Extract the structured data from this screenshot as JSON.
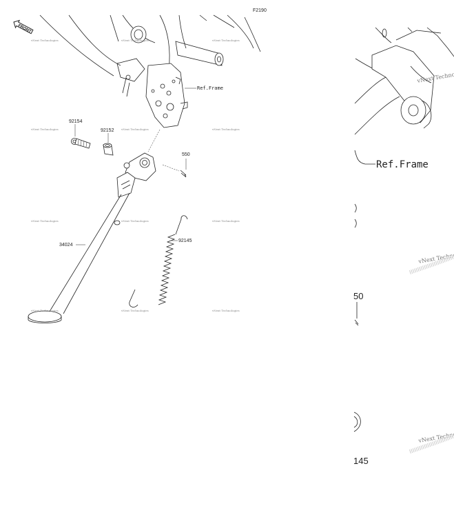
{
  "figure_code": "F2190",
  "front_label": "FRONT",
  "ref_frame": "Ref.Frame",
  "watermark": "vNext Technologies",
  "parts": {
    "p92154": "92154",
    "p92152": "92152",
    "p550": "550",
    "p34024": "34024",
    "p92145": "92145"
  },
  "zoom": {
    "ref_frame": "Ref.Frame",
    "partial_550": "50",
    "partial_92145": "145",
    "watermark": "vNext Techno"
  }
}
